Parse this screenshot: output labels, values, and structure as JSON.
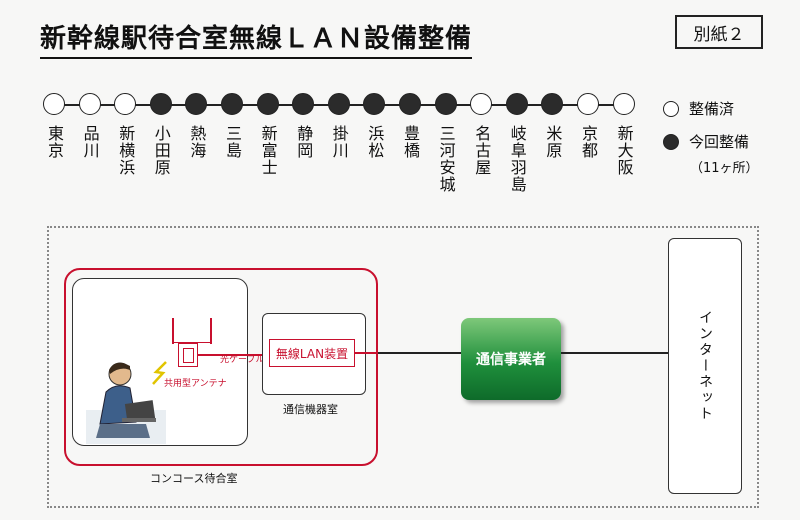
{
  "title": "新幹線駅待合室無線ＬＡＮ設備整備",
  "badge": "別紙２",
  "stations": [
    {
      "name": "東京",
      "status": "done"
    },
    {
      "name": "品川",
      "status": "done"
    },
    {
      "name": "新横浜",
      "status": "done"
    },
    {
      "name": "小田原",
      "status": "upgrade"
    },
    {
      "name": "熱海",
      "status": "upgrade"
    },
    {
      "name": "三島",
      "status": "upgrade"
    },
    {
      "name": "新富士",
      "status": "upgrade"
    },
    {
      "name": "静岡",
      "status": "upgrade"
    },
    {
      "name": "掛川",
      "status": "upgrade"
    },
    {
      "name": "浜松",
      "status": "upgrade"
    },
    {
      "name": "豊橋",
      "status": "upgrade"
    },
    {
      "name": "三河安城",
      "status": "upgrade"
    },
    {
      "name": "名古屋",
      "status": "done"
    },
    {
      "name": "岐阜羽島",
      "status": "upgrade"
    },
    {
      "name": "米原",
      "status": "upgrade"
    },
    {
      "name": "京都",
      "status": "done"
    },
    {
      "name": "新大阪",
      "status": "done"
    }
  ],
  "legend": {
    "done": "整備済",
    "upgrade": "今回整備",
    "upgrade_note": "（11ヶ所）"
  },
  "diagram": {
    "concourse_label": "コンコース待合室",
    "antenna_label": "共用型アンテナ",
    "cable_label": "光ケーブル",
    "wlan_device": "無線LAN装置",
    "comm_room_label": "通信機器室",
    "carrier": "通信事業者",
    "internet": "インターネット"
  },
  "colors": {
    "accent_red": "#c8102e",
    "carrier_green": "#1f8f3c",
    "filled_circle": "#2b2b2b"
  }
}
